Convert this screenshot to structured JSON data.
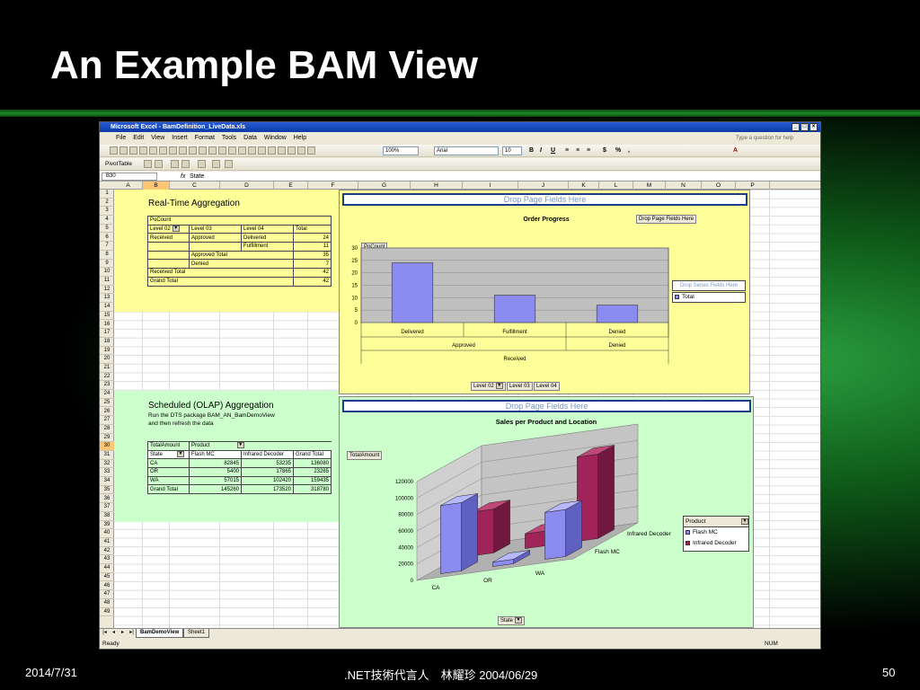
{
  "slide": {
    "title": "An Example BAM View",
    "date": "2014/7/31",
    "center": ".NET技術代言人　林耀珍 2004/06/29",
    "page": "50"
  },
  "excel": {
    "window_title": "Microsoft Excel - BamDefinition_LiveData.xls",
    "menu": [
      "File",
      "Edit",
      "View",
      "Insert",
      "Format",
      "Tools",
      "Data",
      "Window",
      "Help"
    ],
    "ask_placeholder": "Type a question for help",
    "zoom": "100%",
    "font_name": "Arial",
    "font_size": "10",
    "pivot_menu": "PivotTable",
    "name_box": "B30",
    "fx": "fx",
    "formula_value": "State",
    "columns": [
      "A",
      "B",
      "C",
      "D",
      "E",
      "F",
      "G",
      "H",
      "I",
      "J",
      "K",
      "L",
      "M",
      "N",
      "O",
      "P"
    ],
    "rows": [
      "1",
      "2",
      "3",
      "4",
      "5",
      "6",
      "7",
      "8",
      "9",
      "10",
      "11",
      "12",
      "13",
      "14",
      "15",
      "16",
      "17",
      "18",
      "19",
      "20",
      "21",
      "22",
      "23",
      "24",
      "25",
      "26",
      "27",
      "28",
      "29",
      "30",
      "31",
      "32",
      "33",
      "34",
      "35",
      "36",
      "37",
      "38",
      "39",
      "40",
      "41",
      "42",
      "43",
      "44",
      "45",
      "46",
      "47",
      "48",
      "49"
    ],
    "sheet_tabs": [
      "BamDemoView",
      "Sheet1"
    ],
    "status": "Ready",
    "num_indicator": "NUM"
  },
  "realtime": {
    "heading": "Real-Time Aggregation",
    "pivot": {
      "data_field": "PoCount",
      "headers": [
        "Level 02",
        "Level 03",
        "Level 04",
        "Total"
      ],
      "rows": [
        [
          "Received",
          "Approved",
          "Delivered",
          "24"
        ],
        [
          "",
          "",
          "Fulfillment",
          "11"
        ],
        [
          "",
          "Approved Total",
          "",
          "35"
        ],
        [
          "",
          "Denied",
          "",
          "7"
        ],
        [
          "Received Total",
          "",
          "",
          "42"
        ],
        [
          "Grand Total",
          "",
          "",
          "42"
        ]
      ]
    }
  },
  "olap": {
    "heading": "Scheduled (OLAP) Aggregation",
    "note1": "Run the DTS package BAM_AN_BamDemoView",
    "note2": "and then refresh the data",
    "pivot": {
      "data_field": "TotalAmount",
      "col_field": "Product",
      "headers": [
        "State",
        "Flash MC",
        "Infrared Decoder",
        "Grand Total"
      ],
      "rows": [
        [
          "CA",
          "82845",
          "53235",
          "136080"
        ],
        [
          "OR",
          "5400",
          "17865",
          "23265"
        ],
        [
          "WA",
          "57015",
          "102420",
          "159435"
        ],
        [
          "Grand Total",
          "145260",
          "173520",
          "318780"
        ]
      ]
    }
  },
  "chart1_ui": {
    "drop_page": "Drop Page Fields Here",
    "drop_page_small": "Drop Page Fields Here",
    "drop_series": "Drop Series Fields Here",
    "data_btn": "PoCount",
    "field_buttons": [
      "Level 02",
      "Level 03",
      "Level 04"
    ]
  },
  "chart2_ui": {
    "drop_page": "Drop Page Fields Here",
    "data_btn": "TotalAmount",
    "legend_field": "Product",
    "category_btn": "State"
  },
  "colors": {
    "flash": "#8c8cf0",
    "infrared": "#a0245a",
    "yellow": "#ffff99",
    "green": "#ccffcc"
  },
  "chart_data": [
    {
      "type": "bar",
      "title": "Order Progress",
      "categories": [
        "Delivered",
        "Fulfillment",
        "Denied"
      ],
      "category_groups": [
        "Approved",
        "Approved",
        "Denied"
      ],
      "outer_group": "Received",
      "series": [
        {
          "name": "Total",
          "values": [
            24,
            11,
            7
          ]
        }
      ],
      "ylim": [
        0,
        30
      ],
      "yticks": [
        "0",
        "5",
        "10",
        "15",
        "20",
        "25",
        "30"
      ],
      "grid": true,
      "legend": "right"
    },
    {
      "type": "bar",
      "title": "Sales per Product and Location",
      "categories": [
        "CA",
        "OR",
        "WA"
      ],
      "series": [
        {
          "name": "Flash MC",
          "values": [
            82845,
            5400,
            57015
          ]
        },
        {
          "name": "Infrared Decoder",
          "values": [
            53235,
            17865,
            102420
          ]
        }
      ],
      "ylim": [
        0,
        120000
      ],
      "yticks": [
        "0",
        "20000",
        "40000",
        "60000",
        "80000",
        "100000",
        "120000"
      ],
      "depth_labels": [
        "Flash MC",
        "Infrared Decoder"
      ],
      "legend": "right"
    }
  ]
}
